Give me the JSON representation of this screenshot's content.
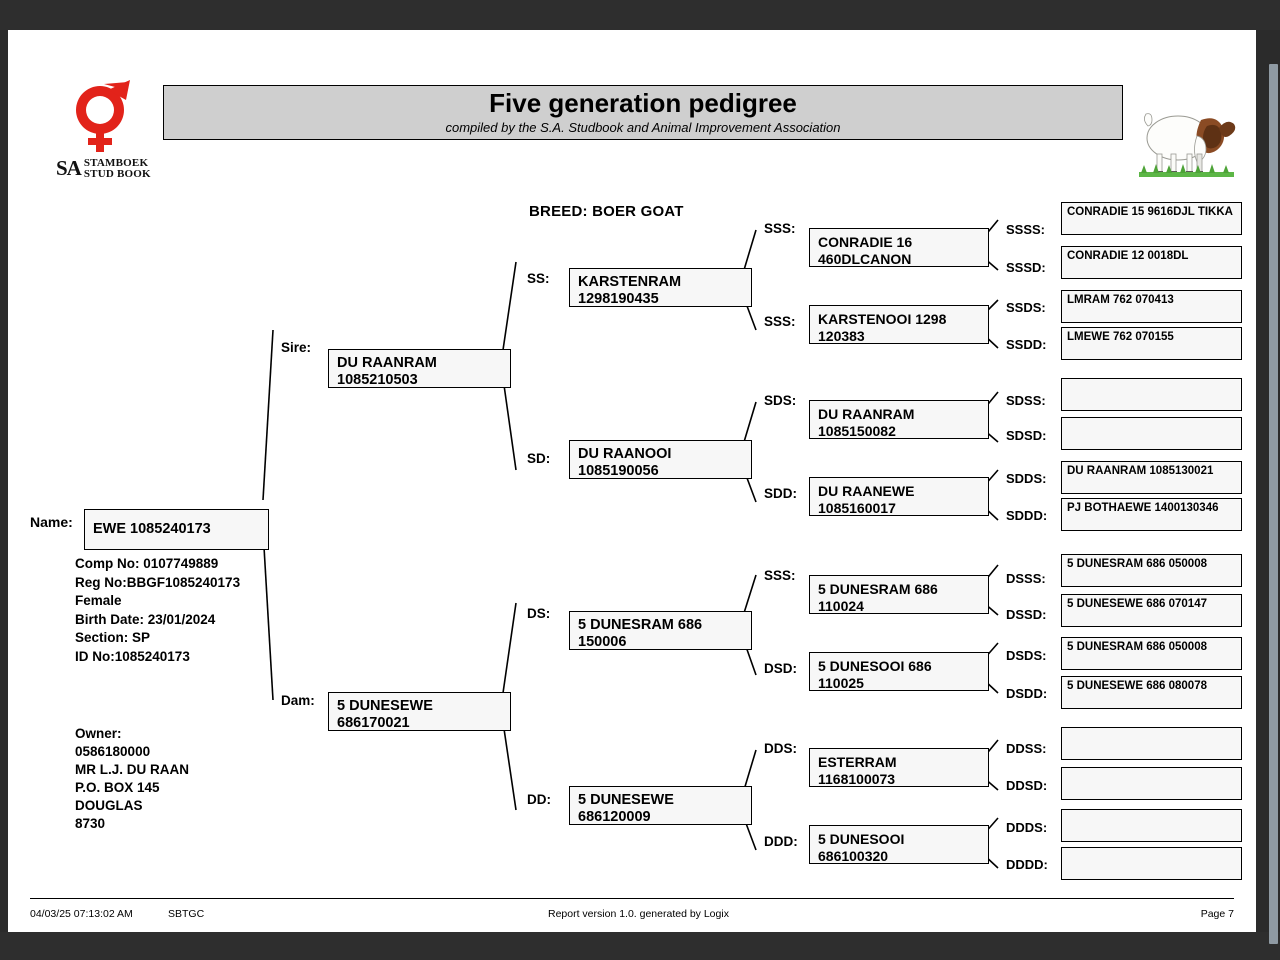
{
  "viewer": {
    "scrollbar_name": "vertical-scrollbar"
  },
  "header": {
    "title": "Five generation pedigree",
    "subtitle": "compiled by the S.A. Studbook and Animal Improvement Association",
    "logo_sa": "SA",
    "logo_line1": "STAMBOEK",
    "logo_line2": "STUD BOOK",
    "logo_color": "#e2231a",
    "goat_icon": "boer-goat-illustration",
    "breed": "BREED: BOER GOAT"
  },
  "subject": {
    "name_label": "Name:",
    "name": "EWE 1085240173",
    "details": [
      "Comp No: 0107749889",
      "Reg No:BBGF1085240173",
      "Female",
      "Birth Date: 23/01/2024",
      "Section: SP",
      "ID No:1085240173"
    ],
    "owner": [
      "Owner:",
      "0586180000",
      "MR L.J. DU RAAN",
      "P.O. BOX 145",
      "DOUGLAS",
      "8730"
    ]
  },
  "pedigree": {
    "gen2": [
      {
        "label": "Sire:",
        "line1": "DU RAANRAM",
        "line2": "1085210503"
      },
      {
        "label": "Dam:",
        "line1": "5 DUNESEWE",
        "line2": "686170021"
      }
    ],
    "gen3": [
      {
        "label": "SS:",
        "line1": "KARSTENRAM",
        "line2": "1298190435"
      },
      {
        "label": "SD:",
        "line1": "DU RAANOOI",
        "line2": "1085190056"
      },
      {
        "label": "DS:",
        "line1": "5 DUNESRAM 686",
        "line2": "150006"
      },
      {
        "label": "DD:",
        "line1": "5 DUNESEWE",
        "line2": "686120009"
      }
    ],
    "gen4": [
      {
        "label": "SSS:",
        "line1": "CONRADIE 16",
        "line2": "460DLCANON"
      },
      {
        "label": "SSS:",
        "line1": "KARSTENOOI 1298",
        "line2": "120383"
      },
      {
        "label": "SDS:",
        "line1": "DU RAANRAM",
        "line2": "1085150082"
      },
      {
        "label": "SDD:",
        "line1": "DU RAANEWE",
        "line2": "1085160017"
      },
      {
        "label": "SSS:",
        "line1": "5 DUNESRAM 686",
        "line2": "110024"
      },
      {
        "label": "DSD:",
        "line1": "5 DUNESOOI 686",
        "line2": "110025"
      },
      {
        "label": "DDS:",
        "line1": "ESTERRAM",
        "line2": "1168100073"
      },
      {
        "label": "DDD:",
        "line1": "5 DUNESOOI",
        "line2": "686100320"
      }
    ],
    "gen5": [
      {
        "label": "SSSS:",
        "text": "CONRADIE 15 9616DJL TIKKA"
      },
      {
        "label": "SSSD:",
        "text": "CONRADIE 12 0018DL"
      },
      {
        "label": "SSDS:",
        "text": "LMRAM 762 070413"
      },
      {
        "label": "SSDD:",
        "text": "LMEWE 762 070155"
      },
      {
        "label": "SDSS:",
        "text": ""
      },
      {
        "label": "SDSD:",
        "text": ""
      },
      {
        "label": "SDDS:",
        "text": "DU RAANRAM 1085130021"
      },
      {
        "label": "SDDD:",
        "text": "PJ BOTHAEWE 1400130346"
      },
      {
        "label": "DSSS:",
        "text": "5 DUNESRAM 686 050008"
      },
      {
        "label": "DSSD:",
        "text": "5 DUNESEWE 686 070147"
      },
      {
        "label": "DSDS:",
        "text": "5 DUNESRAM 686 050008"
      },
      {
        "label": "DSDD:",
        "text": "5 DUNESEWE 686 080078"
      },
      {
        "label": "DDSS:",
        "text": ""
      },
      {
        "label": "DDSD:",
        "text": ""
      },
      {
        "label": "DDDS:",
        "text": ""
      },
      {
        "label": "DDDD:",
        "text": ""
      }
    ]
  },
  "footer": {
    "timestamp": "04/03/25 07:13:02 AM",
    "code": "SBTGC",
    "center": "Report version 1.0. generated by Logix",
    "page": "Page 7"
  }
}
